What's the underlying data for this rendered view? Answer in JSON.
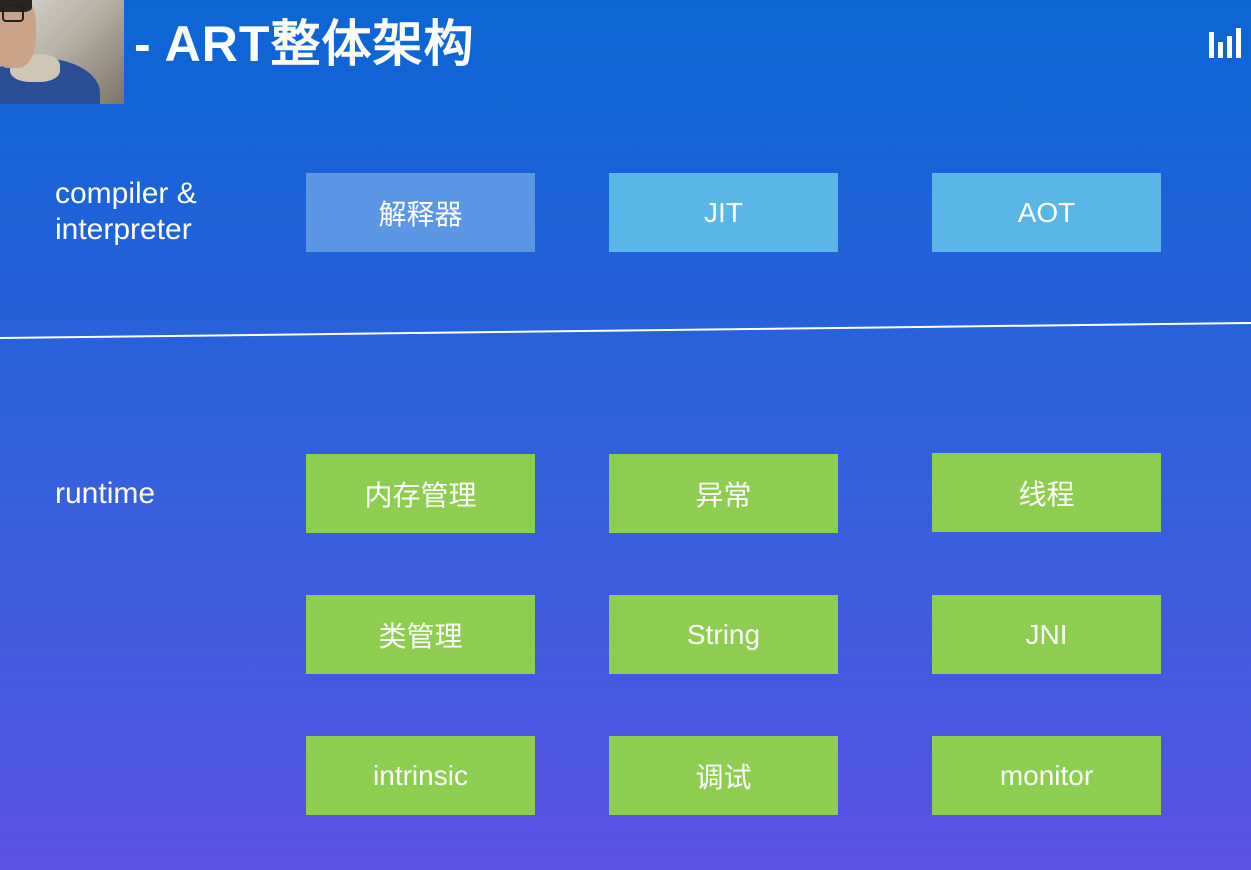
{
  "slide": {
    "title": "- ART整体架构",
    "compiler_label_line1": "compiler  &",
    "compiler_label_line2": "interpreter",
    "runtime_label": "runtime"
  },
  "compiler_row": [
    "解释器",
    "JIT",
    "AOT"
  ],
  "runtime_rows": [
    [
      "内存管理",
      "异常",
      "线程"
    ],
    [
      "类管理",
      "String",
      "JNI"
    ],
    [
      "intrinsic",
      "调试",
      "monitor"
    ]
  ],
  "colors": {
    "interpreter_box": "#5c97e6",
    "compiler_box": "#59b6e6",
    "runtime_box": "#8dce50",
    "background_top": "#0b66d4",
    "background_bottom": "#5a52e4"
  },
  "icons": [
    "webcam-feed",
    "brand-logo-icon"
  ]
}
